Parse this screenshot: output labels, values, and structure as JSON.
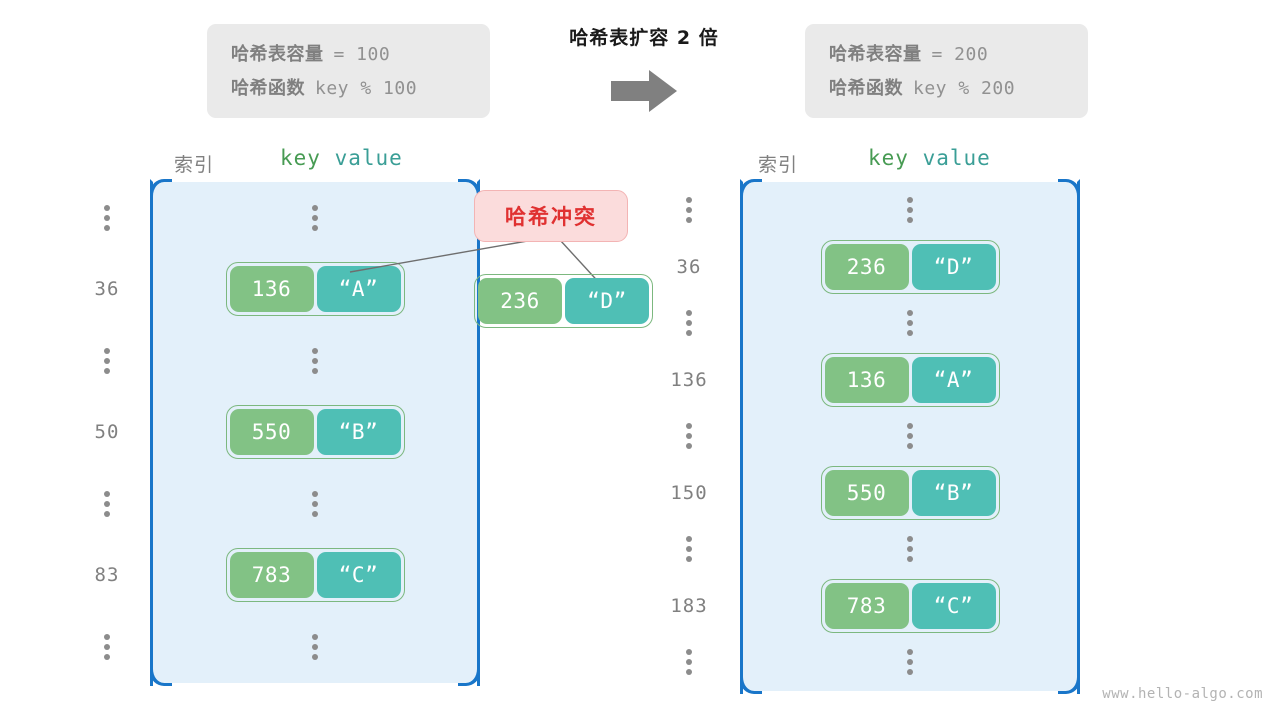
{
  "transition": {
    "title": "哈希表扩容 2 倍",
    "arrow_icon": "right-arrow-icon"
  },
  "before": {
    "capacity_label": "哈希表容量",
    "capacity_expr": "= 100",
    "function_label": "哈希函数",
    "function_expr": "key % 100",
    "head_index": "索引",
    "head_key": "key",
    "head_value": "value",
    "rows": [
      {
        "index": "⋮",
        "type": "dots"
      },
      {
        "index": "36",
        "type": "pair",
        "key": "136",
        "value": "“A”"
      },
      {
        "index": "⋮",
        "type": "dots"
      },
      {
        "index": "50",
        "type": "pair",
        "key": "550",
        "value": "“B”"
      },
      {
        "index": "⋮",
        "type": "dots"
      },
      {
        "index": "83",
        "type": "pair",
        "key": "783",
        "value": "“C”"
      },
      {
        "index": "⋮",
        "type": "dots"
      }
    ],
    "collision_label": "哈希冲突",
    "collision_pair": {
      "key": "236",
      "value": "“D”"
    }
  },
  "after": {
    "capacity_label": "哈希表容量",
    "capacity_expr": "= 200",
    "function_label": "哈希函数",
    "function_expr": "key % 200",
    "head_index": "索引",
    "head_key": "key",
    "head_value": "value",
    "rows": [
      {
        "index": "⋮",
        "type": "dots"
      },
      {
        "index": "36",
        "type": "pair",
        "key": "236",
        "value": "“D”"
      },
      {
        "index": "⋮",
        "type": "dots"
      },
      {
        "index": "136",
        "type": "pair",
        "key": "136",
        "value": "“A”"
      },
      {
        "index": "⋮",
        "type": "dots"
      },
      {
        "index": "150",
        "type": "pair",
        "key": "550",
        "value": "“B”"
      },
      {
        "index": "⋮",
        "type": "dots"
      },
      {
        "index": "183",
        "type": "pair",
        "key": "783",
        "value": "“C”"
      },
      {
        "index": "⋮",
        "type": "dots"
      }
    ]
  },
  "watermark": "www.hello-algo.com",
  "colors": {
    "key_cell": "#82c285",
    "value_cell": "#4fbfb5",
    "pair_border": "#7cb87f",
    "bucket_fill": "#e3f0fa",
    "bucket_border": "#1976c9",
    "collision_bg": "#fbdcdc",
    "collision_text": "#e03131",
    "info_bg": "#eaeaea",
    "arrow": "#808080"
  }
}
